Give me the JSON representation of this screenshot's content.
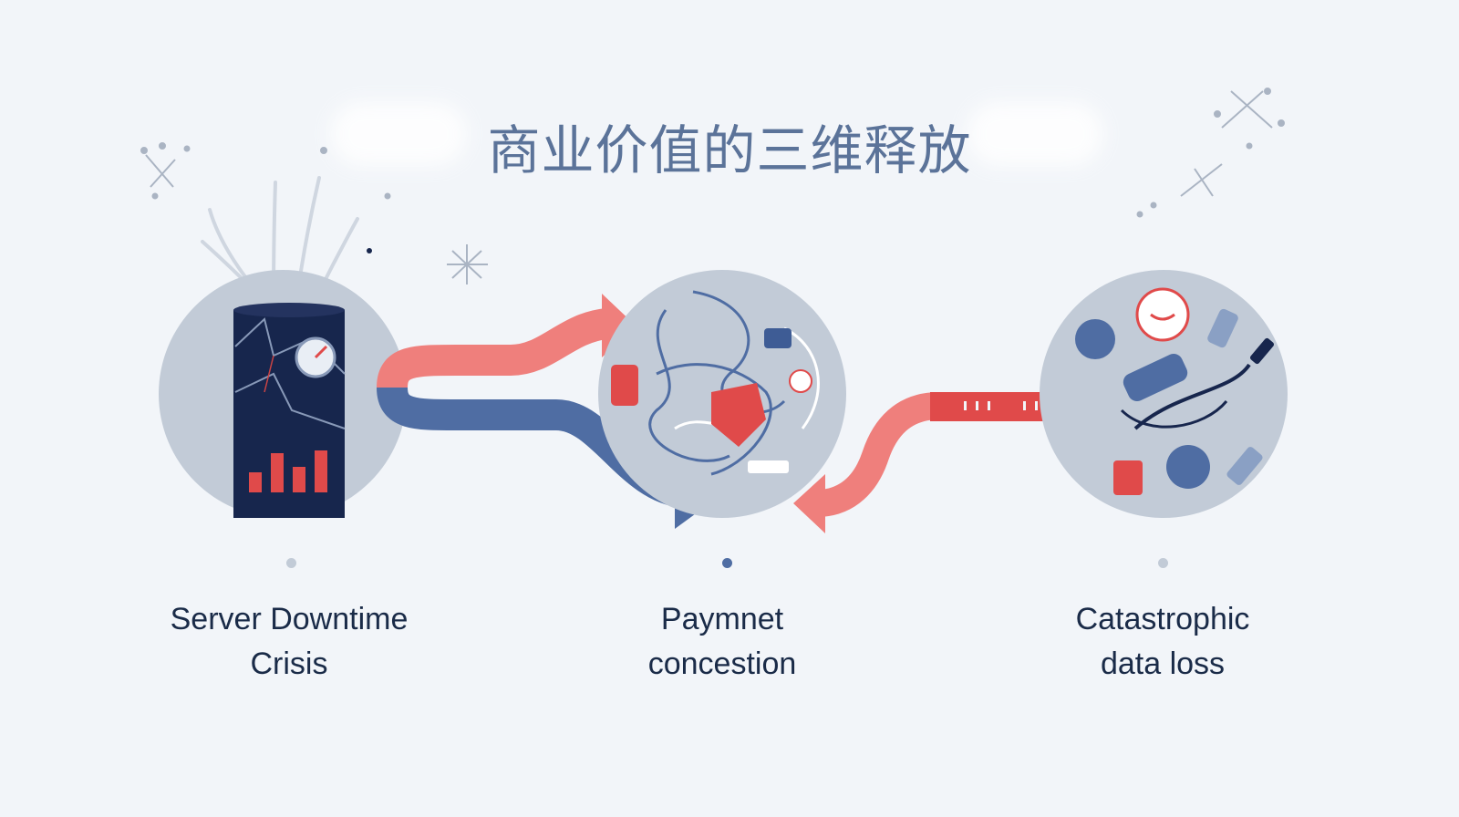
{
  "title": "商业价值的三维释放",
  "colors": {
    "background": "#f2f5f9",
    "circle": "#c2cbd7",
    "navy": "#17264d",
    "red": "#e04a4a",
    "coral": "#ef7f7c",
    "blue": "#4f6da3",
    "title": "#5b7399",
    "label": "#1a2b48"
  },
  "stages": [
    {
      "name": "server-downtime",
      "label_line1": "Server Downtime",
      "label_line2": "Crisis",
      "icon": "cracked-server-icon"
    },
    {
      "name": "payment-concession",
      "label_line1": "Paymnet",
      "label_line2": "concestion",
      "icon": "tangled-cables-icon"
    },
    {
      "name": "data-loss",
      "label_line1": "Catastrophic",
      "label_line2": "data loss",
      "icon": "scattered-hardware-icon"
    }
  ]
}
